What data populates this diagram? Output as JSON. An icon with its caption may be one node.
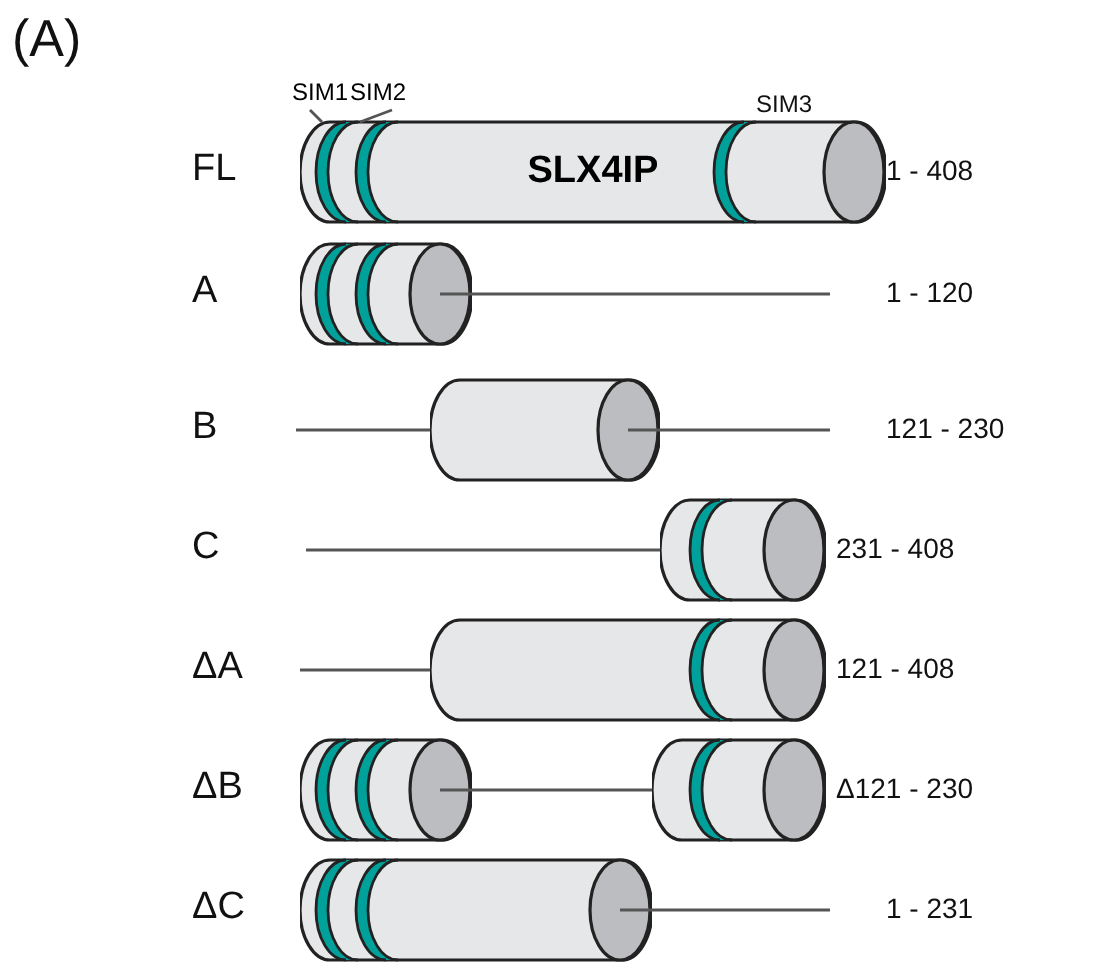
{
  "diagram": {
    "nodes": [
      {
        "text": [
          "SIM1"
        ]
      },
      {
        "text": [
          "SIM2"
        ]
      },
      {
        "text": [
          "SLX4IP"
        ]
      },
      {
        "text": [],
        "shape": "cylinder"
      },
      {
        "text": [],
        "shape": "cylinder"
      },
      {
        "text": [],
        "shape": "cylinder"
      },
      {
        "text": [],
        "shape": "cylinder"
      },
      {
        "text": [],
        "shape": "cylinder"
      },
      {
        "text": [],
        "shape": "cylinder"
      },
      {
        "text": [],
        "shape": "cylinder"
      }
    ],
    "edges": [
      {
        "from": 0,
        "to": 2,
        "arrow": "none"
      },
      {
        "from": 1,
        "to": 2,
        "arrow": "none"
      },
      {
        "from": 3,
        "to": null,
        "arrow": "none"
      },
      {
        "from": null,
        "to": 4,
        "arrow": "none"
      },
      {
        "from": 4,
        "to": null,
        "arrow": "none"
      },
      {
        "from": null,
        "to": 5,
        "arrow": "none"
      },
      {
        "from": null,
        "to": 6,
        "arrow": "none"
      },
      {
        "from": 7,
        "to": 8,
        "arrow": "none"
      },
      {
        "from": 9,
        "to": null,
        "arrow": "none"
      }
    ],
    "labels": [
      "(A)",
      "SIM3",
      "FL",
      "1 - 408",
      "A",
      "1 - 120",
      "B",
      "121 - 230",
      "C",
      "231 - 408",
      "ΔA",
      "121 - 408",
      "ΔB",
      "Δ121 - 230",
      "ΔC",
      "1 - 231"
    ]
  }
}
